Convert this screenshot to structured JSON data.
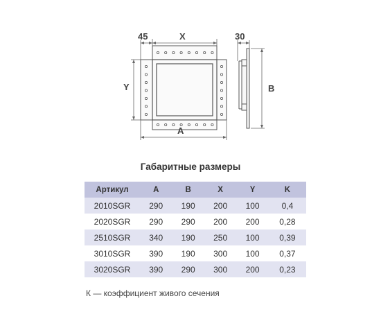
{
  "drawing": {
    "dim_45": "45",
    "dim_x": "X",
    "dim_y": "Y",
    "dim_a": "A",
    "dim_30": "30",
    "dim_b": "B"
  },
  "table": {
    "title": "Габаритные размеры",
    "headers": [
      "Артикул",
      "A",
      "B",
      "X",
      "Y",
      "K"
    ],
    "rows": [
      [
        "2010SGR",
        "290",
        "190",
        "200",
        "100",
        "0,4"
      ],
      [
        "2020SGR",
        "290",
        "290",
        "200",
        "200",
        "0,28"
      ],
      [
        "2510SGR",
        "340",
        "190",
        "250",
        "100",
        "0,39"
      ],
      [
        "3010SGR",
        "390",
        "190",
        "300",
        "100",
        "0,37"
      ],
      [
        "3020SGR",
        "390",
        "290",
        "300",
        "200",
        "0,23"
      ]
    ]
  },
  "footnote": "К — коэффициент живого сечения"
}
